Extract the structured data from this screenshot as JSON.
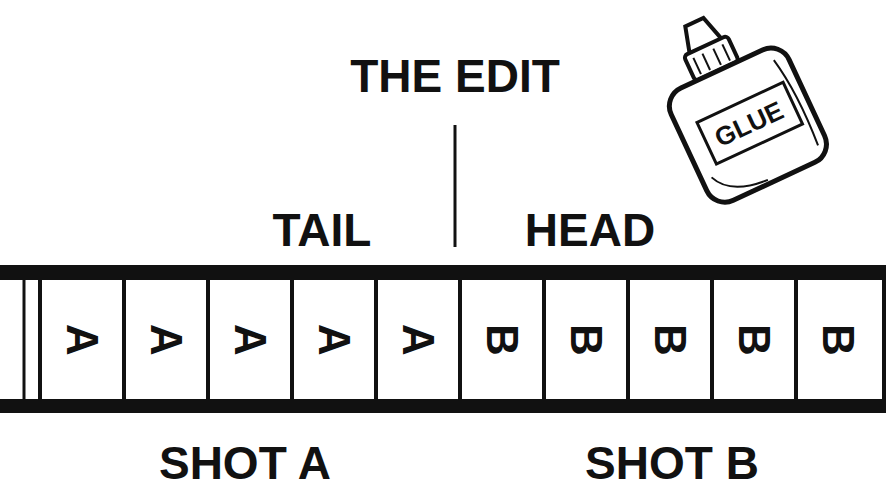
{
  "diagram": {
    "title": "THE EDIT",
    "nodes": [
      {
        "text": [
          "A"
        ]
      },
      {
        "text": [
          "A"
        ]
      },
      {
        "text": [
          "A"
        ]
      },
      {
        "text": [
          "A"
        ]
      },
      {
        "text": [
          "A"
        ]
      },
      {
        "text": [
          "B"
        ]
      },
      {
        "text": [
          "B"
        ]
      },
      {
        "text": [
          "B"
        ]
      },
      {
        "text": [
          "B"
        ]
      },
      {
        "text": [
          "B"
        ]
      }
    ],
    "labels": [
      "TAIL",
      "HEAD",
      "SHOT A",
      "SHOT B",
      "GLUE"
    ]
  }
}
